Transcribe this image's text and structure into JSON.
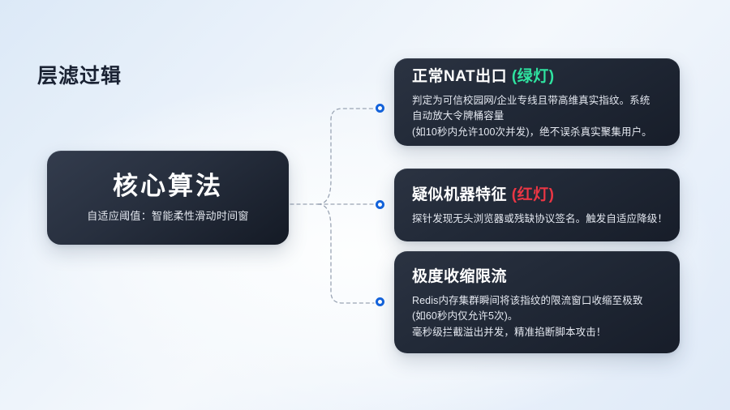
{
  "page": {
    "title": "层滤过辑"
  },
  "core_card": {
    "title": "核心算法",
    "subtitle": "自适应阈值：智能柔性滑动时间窗"
  },
  "branches": [
    {
      "id": "normal-nat-exit",
      "title_main": "正常NAT出口 ",
      "title_accent": "(绿灯)",
      "accent_color": "#2fe3a0",
      "body_lines": [
        "判定为可信校园网/企业专线且带高维真实指纹。系统",
        "自动放大令牌桶容量",
        "(如10秒内允许100次并发)，绝不误杀真实聚集用户。"
      ]
    },
    {
      "id": "suspected-bot",
      "title_main": "疑似机器特征 ",
      "title_accent": "(红灯)",
      "accent_color": "#ea3644",
      "body_lines": [
        "探针发现无头浏览器或残缺协议签名。触发自适应降级！"
      ]
    },
    {
      "id": "extreme-throttle",
      "title_main": "极度收缩限流",
      "title_accent": "",
      "accent_color": "",
      "body_lines": [
        "Redis内存集群瞬间将该指纹的限流窗口收缩至极致",
        "(如60秒内仅允许5次)。",
        "毫秒级拦截溢出并发，精准掐断脚本攻击！"
      ]
    }
  ],
  "connector": {
    "line_color": "#9aa4b4",
    "node_ring_color": "#1463dc",
    "node_fill_color": "#ffffff",
    "dash_pattern": "4 4"
  }
}
